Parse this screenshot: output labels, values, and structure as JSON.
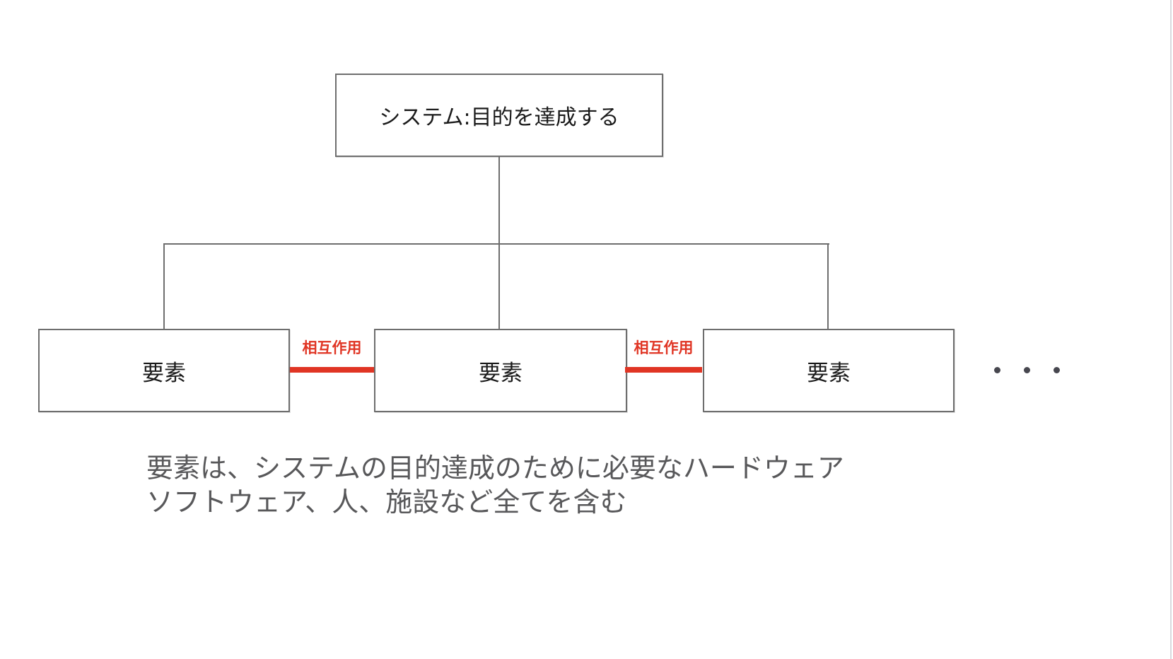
{
  "page": {
    "background": "#ffffff",
    "edge_line_color": "#d9d9de"
  },
  "diagram": {
    "root_box": {
      "label": "システム:目的を達成する"
    },
    "element_boxes": [
      {
        "label": "要素"
      },
      {
        "label": "要素"
      },
      {
        "label": "要素"
      }
    ],
    "interaction_links": [
      {
        "label": "相互作用"
      },
      {
        "label": "相互作用"
      }
    ],
    "ellipsis": {
      "dot_count": 3
    },
    "colors": {
      "box_border": "#6e6e6e",
      "connector_line": "#6e6e6e",
      "interaction_red": "#e03524",
      "box_text": "#1a1a1a",
      "dots": "#47474f",
      "caption_text": "#58585a"
    }
  },
  "caption": {
    "lines": [
      "要素は、システムの目的達成のために必要なハードウェア",
      "ソフトウェア、人、施設など全てを含む"
    ]
  }
}
